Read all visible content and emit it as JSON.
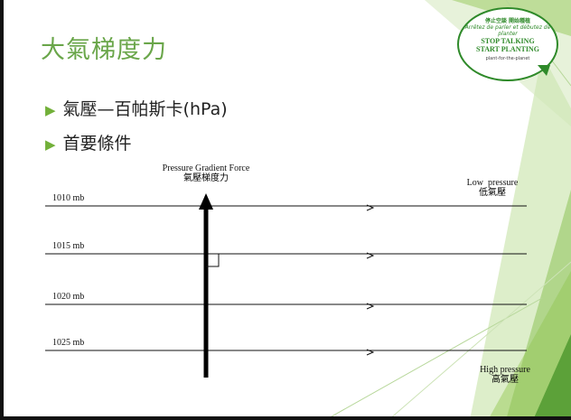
{
  "slide": {
    "title": "大氣梯度力",
    "bullets": [
      {
        "marker": "▶",
        "text": "氣壓—百帕斯卡(hPa)"
      },
      {
        "marker": "▶",
        "text": "首要條件"
      }
    ]
  },
  "diagram": {
    "arrow_label_en": "Pressure Gradient Force",
    "arrow_label_zh": "氣壓梯度力",
    "isobars": [
      "1010 mb",
      "1015 mb",
      "1020 mb",
      "1025 mb"
    ],
    "low_label_en": "Low  pressure",
    "low_label_zh": "低氣壓",
    "high_label_en": "High pressure",
    "high_label_zh": "高氣壓"
  },
  "logo": {
    "line1": "停止空談 開始種植",
    "line2": "Arrêtez de parler et débutez de planter",
    "line3": "STOP TALKING",
    "line4": "START PLANTING",
    "line5": "plant-for-the-planet"
  },
  "colors": {
    "accent_green": "#6aa64a",
    "bullet_green": "#72b039",
    "logo_green": "#2f8a2a"
  }
}
